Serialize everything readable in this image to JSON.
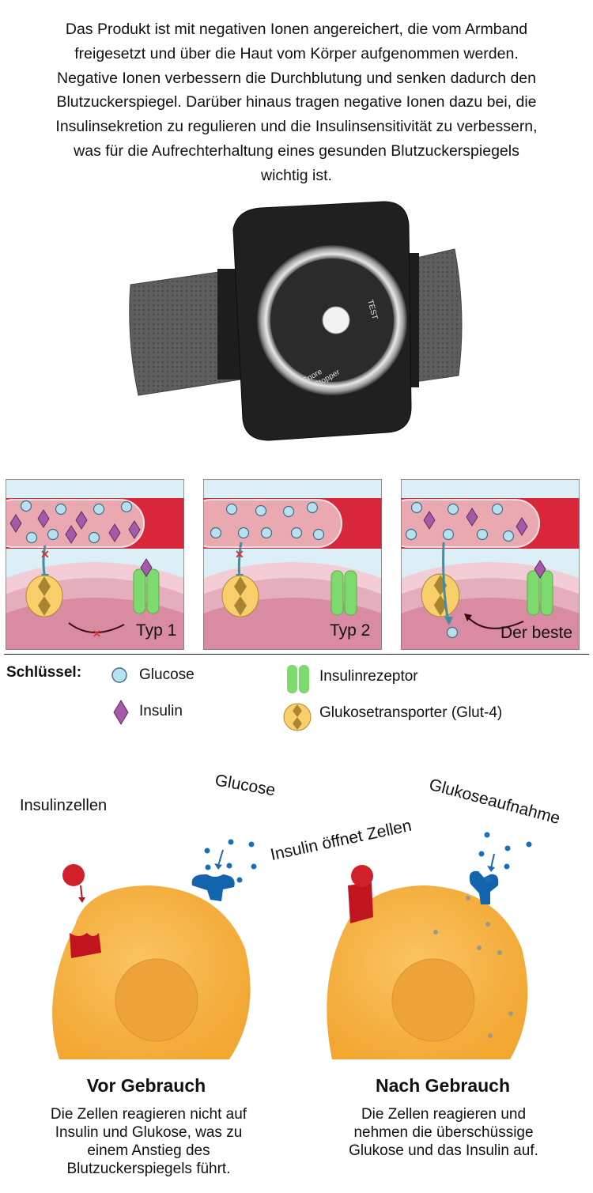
{
  "intro": {
    "lines": [
      "Das Produkt ist mit negativen Ionen angereichert, die vom Armband",
      "freigesetzt und über die Haut vom Körper aufgenommen werden.",
      "Negative Ionen verbessern die Durchblutung und senken dadurch den",
      "Blutzuckerspiegel. Darüber hinaus tragen negative Ionen dazu bei, die",
      "Insulinsekretion zu regulieren und die Insulinsensitivität zu verbessern,",
      "was für die Aufrechterhaltung eines gesunden Blutzuckerspiegels",
      "wichtig ist."
    ]
  },
  "product": {
    "brand_line1": "Snore",
    "brand_line2": "Stopper",
    "button_label": "TEST"
  },
  "panels": [
    {
      "label": "Typ 1"
    },
    {
      "label": "Typ 2"
    },
    {
      "label": "Der beste"
    }
  ],
  "key": {
    "title": "Schlüssel:",
    "glucose": "Glucose",
    "insulin": "Insulin",
    "receptor": "Insulinrezeptor",
    "transporter": "Glukosetransporter (Glut-4)"
  },
  "cells": {
    "insulin_cells": "Insulinzellen",
    "glucose": "Glucose",
    "insulin_opens": "Insulin öffnet Zellen",
    "glucose_uptake": "Glukoseaufnahme"
  },
  "before": {
    "title": "Vor Gebrauch",
    "lines": [
      "Die Zellen reagieren nicht auf",
      "Insulin und Glukose, was zu",
      "einem Anstieg des",
      "Blutzuckerspiegels führt."
    ]
  },
  "after": {
    "title": "Nach Gebrauch",
    "lines": [
      "Die Zellen reagieren und",
      "nehmen die überschüssige",
      "Glukose und das Insulin auf."
    ]
  },
  "colors": {
    "blood_red": "#d8263a",
    "vessel_pink": "#eaa8b0",
    "glucose": "#b9e0ee",
    "insulin": "#a45aa6",
    "receptor": "#7ed96e",
    "transporter": "#f8cf6b",
    "cell_orange": "#f5b03f",
    "red_receptor": "#c0141f",
    "blue_transporter": "#1363ad"
  }
}
